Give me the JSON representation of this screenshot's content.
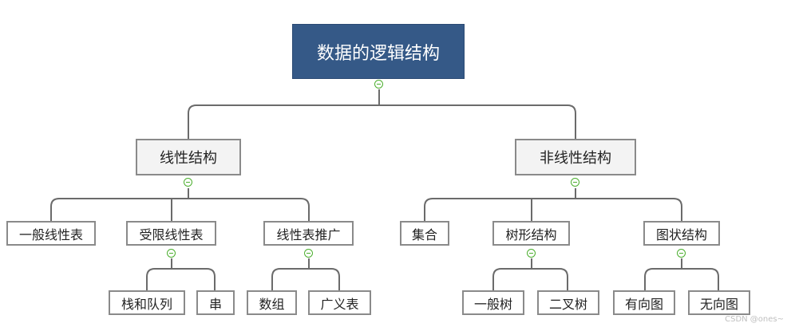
{
  "root": {
    "label": "数据的逻辑结构"
  },
  "linear": {
    "label": "线性结构",
    "children": {
      "general": "一般线性表",
      "restricted": {
        "label": "受限线性表",
        "children": {
          "stack_queue": "栈和队列",
          "string": "串"
        }
      },
      "extended": {
        "label": "线性表推广",
        "children": {
          "array": "数组",
          "generalized": "广义表"
        }
      }
    }
  },
  "nonlinear": {
    "label": "非线性结构",
    "children": {
      "set": "集合",
      "tree": {
        "label": "树形结构",
        "children": {
          "general_tree": "一般树",
          "binary_tree": "二叉树"
        }
      },
      "graph": {
        "label": "图状结构",
        "children": {
          "directed": "有向图",
          "undirected": "无向图"
        }
      }
    }
  },
  "watermark": "CSDN @ones~",
  "colors": {
    "root_bg": "#355987",
    "line": "#6b6b6b",
    "toggle": "#4caf2f"
  }
}
